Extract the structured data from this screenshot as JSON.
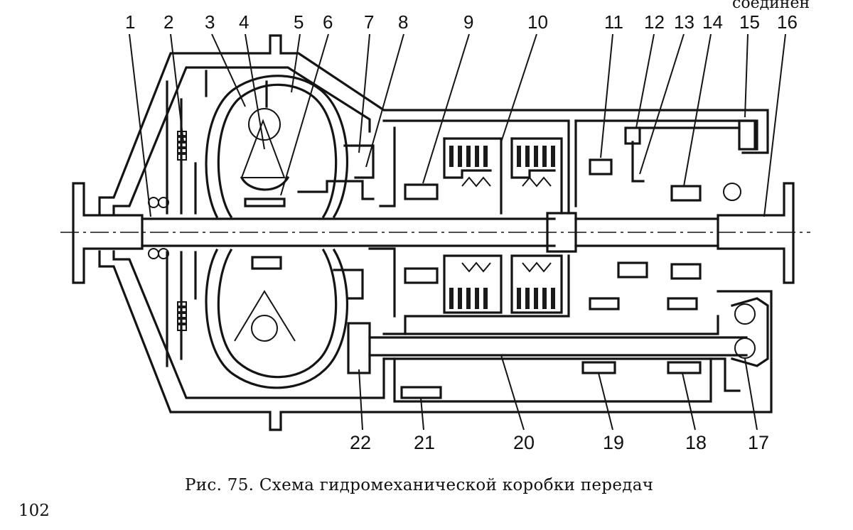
{
  "figure": {
    "caption": "Рис. 75. Схема гидромеханической коробки передач",
    "page_number": "102",
    "header_fragment": "соединен",
    "callouts_top": [
      "1",
      "2",
      "3",
      "4",
      "5",
      "6",
      "7",
      "8",
      "9",
      "10",
      "11",
      "12",
      "13",
      "14",
      "15",
      "16"
    ],
    "callouts_bottom": [
      "22",
      "21",
      "20",
      "19",
      "18",
      "17"
    ]
  }
}
